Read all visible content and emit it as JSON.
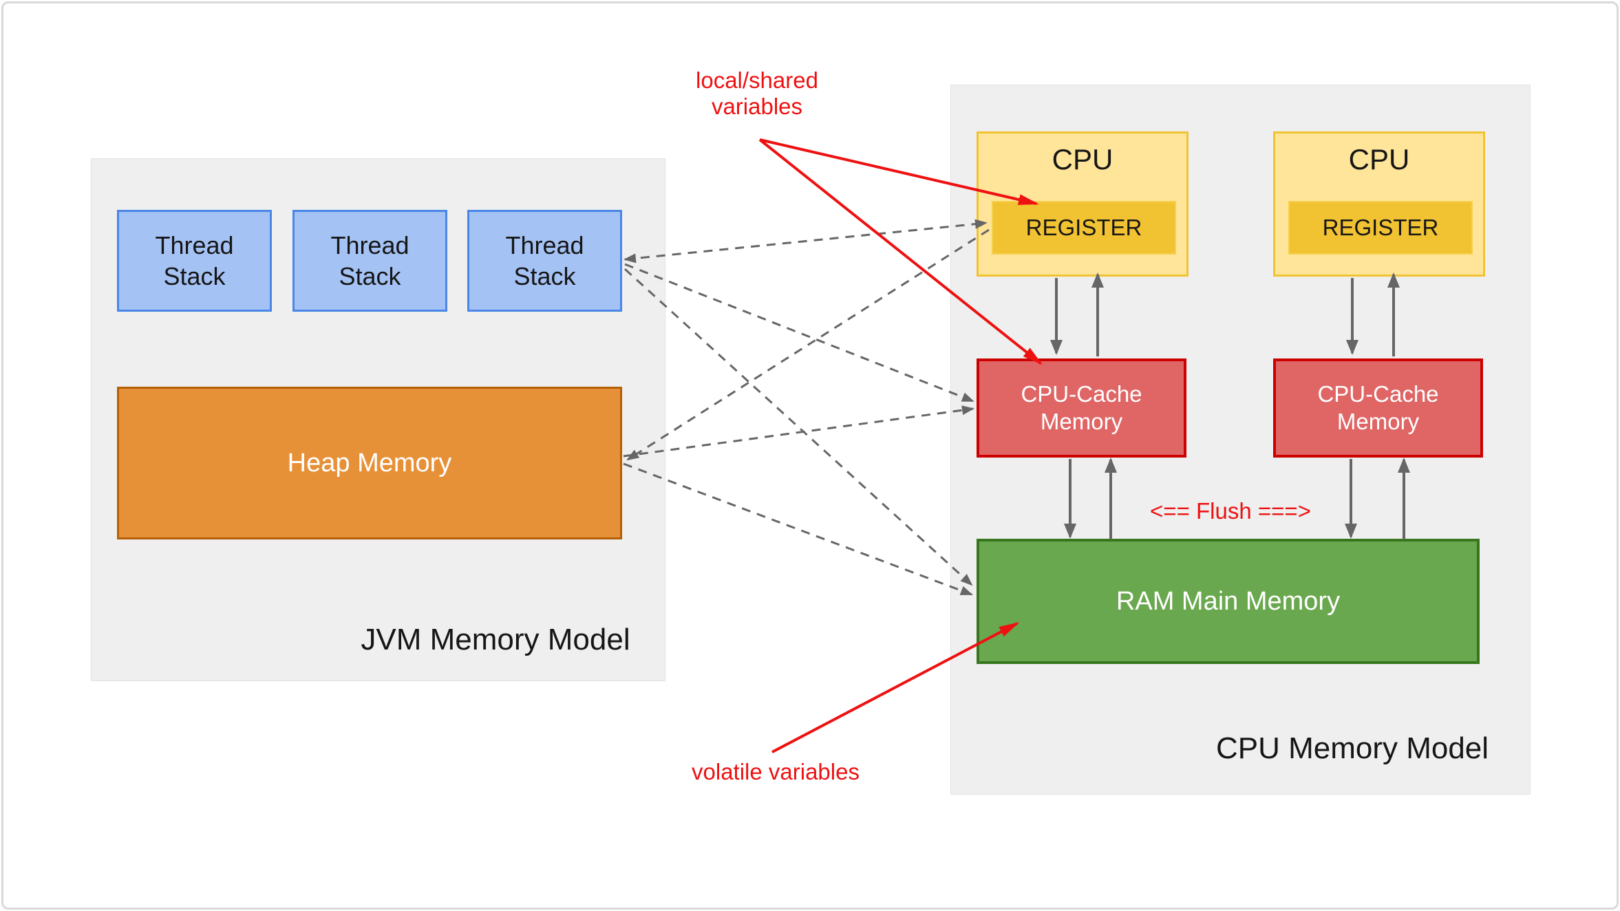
{
  "jvm_panel": {
    "title": "JVM Memory Model",
    "thread_stack_label": "Thread Stack",
    "heap_label": "Heap Memory"
  },
  "cpu_panel": {
    "title": "CPU Memory Model",
    "cpu_label": "CPU",
    "register_label": "REGISTER",
    "cache_label": "CPU-Cache Memory",
    "ram_label": "RAM Main Memory"
  },
  "annotations": {
    "local_shared": "local/shared\nvariables",
    "volatile": "volatile variables",
    "flush": "<== Flush ===>"
  },
  "colors": {
    "page": "#ffffff",
    "frame": "#d9d9d9",
    "panel": "#efefef",
    "ts_fill": "#a4c2f4",
    "ts_border": "#4a86e8",
    "heap_fill": "#e69138",
    "heap_border": "#b45f06",
    "cpu_fill": "#ffe599",
    "cpu_border": "#f1c232",
    "reg_fill": "#f1c232",
    "reg_border": "#f6d04d",
    "cache_fill": "#e06666",
    "cache_border": "#cc0000",
    "ram_fill": "#6aa84f",
    "ram_border": "#38761d",
    "arrow": "#666666",
    "red": "#ee1111"
  }
}
